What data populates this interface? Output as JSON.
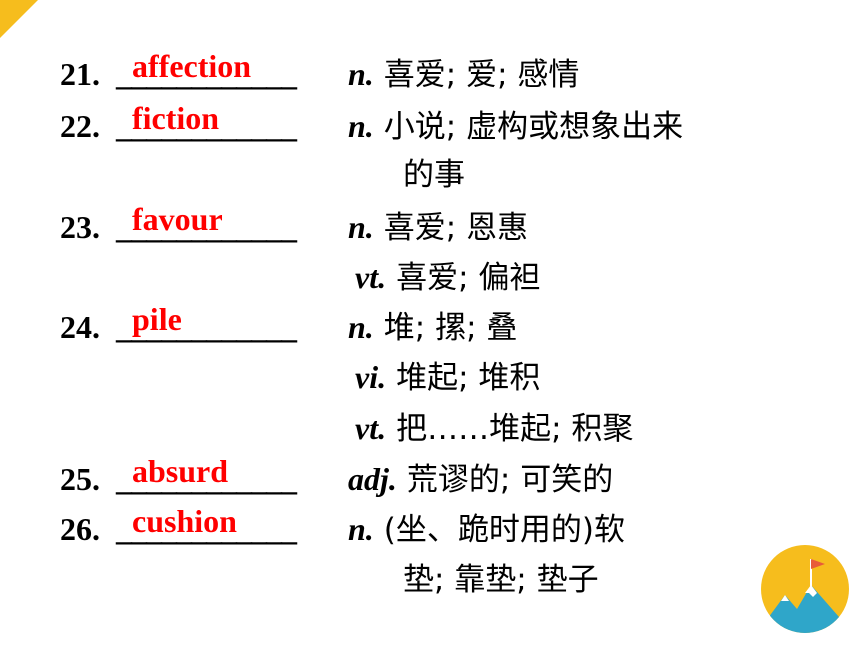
{
  "items": [
    {
      "num": "21.",
      "blank": "____________",
      "answer": "affection",
      "pos": "n.",
      "meaning": "喜爱; 爱; 感情"
    },
    {
      "num": "22.",
      "blank": "____________",
      "answer": "fiction",
      "pos": "n.",
      "meaning": "小说; 虚构或想象出来",
      "meaning_cont": "的事"
    },
    {
      "num": "23.",
      "blank": "____________",
      "answer": "favour",
      "pos": "n.",
      "meaning": "喜爱; 恩惠",
      "pos2": "vt.",
      "meaning2": "喜爱; 偏袒"
    },
    {
      "num": "24.",
      "blank": "____________",
      "answer": "pile",
      "pos": "n.",
      "meaning": "堆; 摞; 叠",
      "pos2": "vi.",
      "meaning2": "堆起; 堆积",
      "pos3": "vt.",
      "meaning3": "把……堆起; 积聚"
    },
    {
      "num": "25.",
      "blank": "____________",
      "answer": "absurd",
      "pos": "adj.",
      "meaning": "荒谬的; 可笑的"
    },
    {
      "num": "26.",
      "blank": "____________",
      "answer": "cushion",
      "pos": "n.",
      "meaning": "(坐、跪时用的)软",
      "meaning_cont": "垫; 靠垫; 垫子"
    }
  ],
  "colors": {
    "answer": "#ff0000",
    "corner": "#f6bd1d",
    "badge_bg": "#f6bd1d",
    "mountain": "#2fa6c9",
    "flag": "#e85b3a"
  },
  "icons": {
    "corner": "corner-triangle-decoration",
    "badge": "mountain-flag-icon"
  }
}
